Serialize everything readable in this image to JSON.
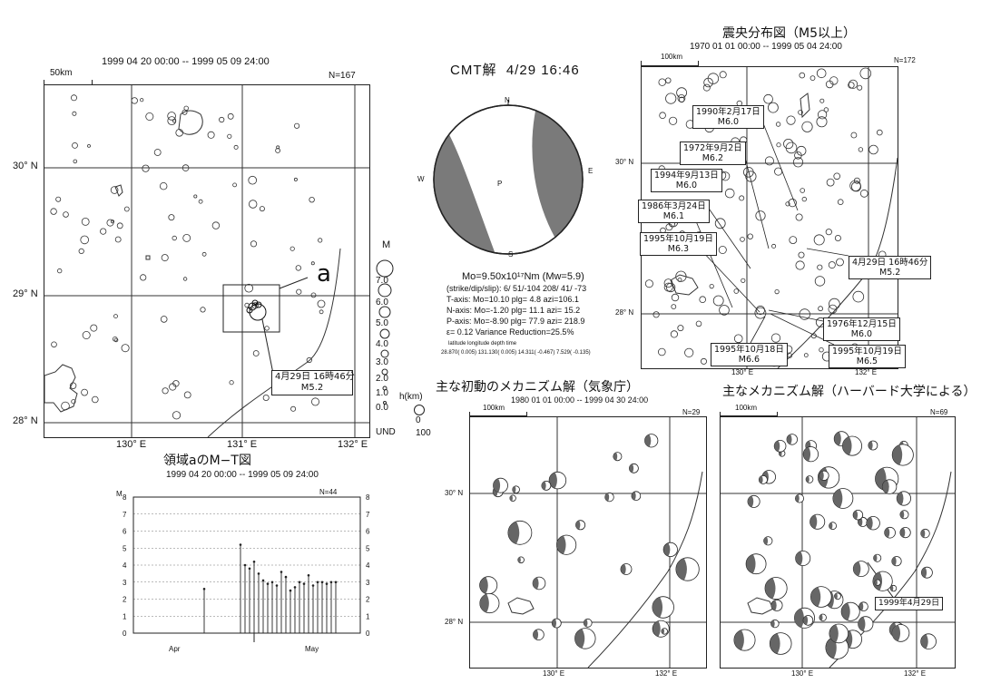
{
  "main_map": {
    "scale": "50km",
    "period": "1999 04 20 00:00 -- 1999 05 09 24:00",
    "count": "N=167",
    "lat_labels": [
      "30° N",
      "29° N",
      "28° N"
    ],
    "lon_labels": [
      "130° E",
      "131° E",
      "132° E"
    ],
    "region_label": "a",
    "event_label_line1": "4月29日 16時46分",
    "event_label_line2": "M5.2"
  },
  "legend": {
    "m_title": "M",
    "m_values": [
      "7.0",
      "6.0",
      "5.0",
      "4.0",
      "3.0",
      "2.0",
      "1.0",
      "0.0",
      "UND"
    ],
    "h_title": "h(km)",
    "h_values": [
      "0",
      "100"
    ]
  },
  "mt_chart": {
    "title": "領域aのM−T図",
    "period": "1999 04 20 00:00 -- 1999 05 09 24:00",
    "count": "N=44",
    "y_title": "M",
    "y_ticks": [
      "0",
      "1",
      "2",
      "3",
      "4",
      "5",
      "6",
      "7",
      "8"
    ],
    "x_labels": [
      "Apr",
      "May"
    ]
  },
  "chart_data": {
    "type": "bar",
    "title": "領域aのM−T図",
    "ylabel": "M",
    "ylim": [
      0,
      8
    ],
    "x_labels": [
      "Apr",
      "May"
    ],
    "values": [
      2.6,
      5.2,
      4.0,
      3.8,
      4.2,
      3.5,
      3.1,
      2.9,
      3.0,
      2.8,
      3.6,
      3.3,
      2.5,
      2.7,
      3.0,
      2.9,
      3.4,
      2.8,
      3.0,
      3.0,
      2.9,
      3.0,
      3.0
    ]
  },
  "cmt": {
    "title": "CMT解",
    "date": "4/29 16:46",
    "dir_n": "N",
    "dir_e": "E",
    "dir_s": "S",
    "dir_w": "W",
    "dir_p": "P",
    "mo": "Mo=9.50x10¹⁷Nm (Mw=5.9)",
    "sds": "(strike/dip/slip):   6/ 51/-104   208/ 41/ -73",
    "t_axis": "T-axis: Mo=10.10  plg= 4.8  azi=106.1",
    "n_axis": "N-axis: Mo=-1.20  plg= 11.1  azi= 15.2",
    "p_axis": "P-axis: Mo=-8.90  plg= 77.9  azi= 218.9",
    "variance": "ε= 0.12  Variance Reduction=25.5%",
    "loc_header": "latitude        longitude        depth        time",
    "loc_values": "28.870( 0.005)  131.130( 0.005)  14.311( -0.467)  7.529( -0.135)"
  },
  "epi_map": {
    "title": "震央分布図（M5以上）",
    "period": "1970 01 01 00:00 -- 1999 05 04 24:00",
    "scale": "100km",
    "count": "N=172",
    "lat_labels": [
      "30° N",
      "28° N"
    ],
    "lon_labels": [
      "130° E",
      "132° E"
    ],
    "events": [
      {
        "date": "1990年2月17日",
        "mag": "M6.0"
      },
      {
        "date": "1972年9月2日",
        "mag": "M6.2"
      },
      {
        "date": "1994年9月13日",
        "mag": "M6.0"
      },
      {
        "date": "1986年3月24日",
        "mag": "M6.1"
      },
      {
        "date": "1995年10月19日",
        "mag": "M6.3"
      },
      {
        "date": "4月29日 16時46分",
        "mag": "M5.2"
      },
      {
        "date": "1976年12月15日",
        "mag": "M6.0"
      },
      {
        "date": "1995年10月18日",
        "mag": "M6.6"
      },
      {
        "date": "1995年10月19日",
        "mag": "M6.5"
      }
    ]
  },
  "jma_map": {
    "title": "主な初動のメカニズム解（気象庁）",
    "period": "1980 01 01 00:00 -- 1999 04 30 24:00",
    "scale": "100km",
    "count": "N=29",
    "lat_labels": [
      "30° N",
      "28° N"
    ],
    "lon_labels": [
      "130° E",
      "132° E"
    ]
  },
  "harvard_map": {
    "title": "主なメカニズム解（ハーバード大学による）",
    "scale": "100km",
    "count": "N=69",
    "lon_labels": [
      "130° E",
      "132° E"
    ],
    "event_label": "1999年4月29日"
  }
}
